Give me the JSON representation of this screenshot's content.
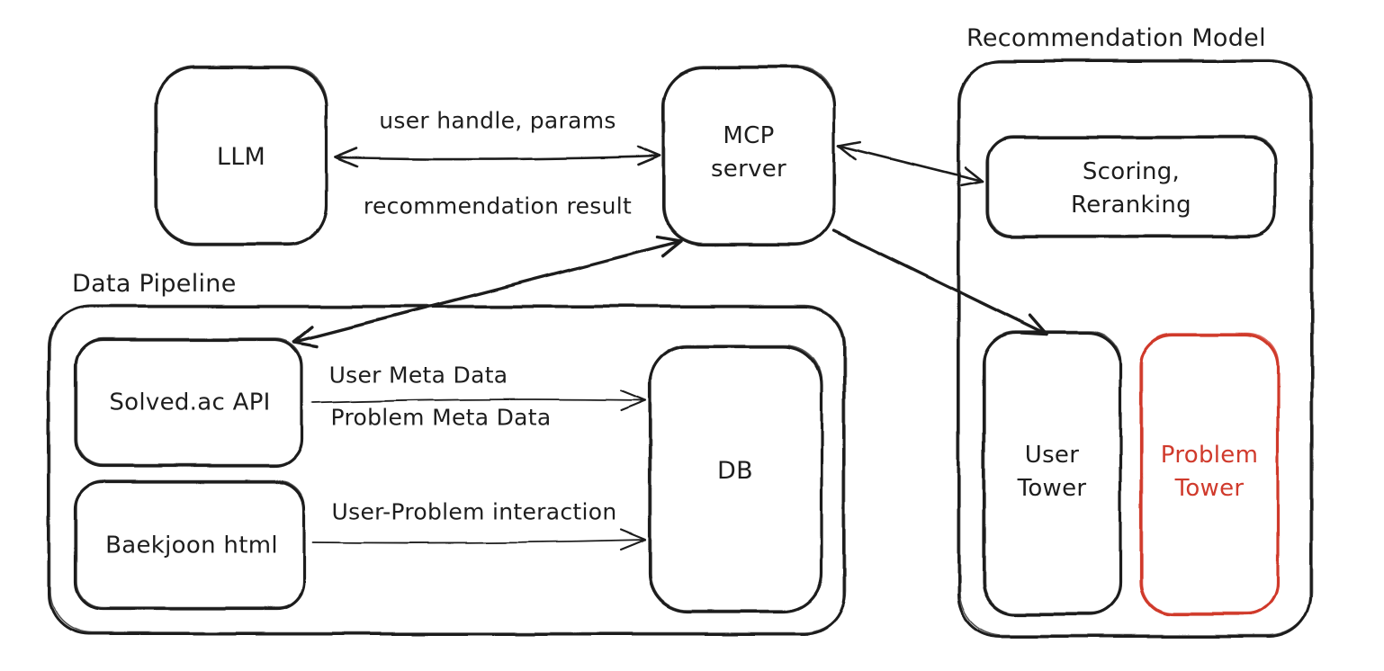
{
  "sections": {
    "recommendation_model": "Recommendation Model",
    "data_pipeline": "Data Pipeline"
  },
  "nodes": {
    "llm": "LLM",
    "mcp_server": "MCP\nserver",
    "scoring_reranking": "Scoring,\nReranking",
    "user_tower": "User\nTower",
    "problem_tower": "Problem\nTower",
    "solved_ac_api": "Solved.ac API",
    "baekjoon_html": "Baekjoon html",
    "db": "DB"
  },
  "edges": [
    {
      "from": "LLM",
      "to": "MCP server",
      "bidirectional": true,
      "labels": [
        "user handle, params",
        "recommendation result"
      ]
    },
    {
      "from": "MCP server",
      "to": "Scoring, Reranking",
      "bidirectional": true,
      "labels": []
    },
    {
      "from": "MCP server",
      "to": "User Tower",
      "bidirectional": false,
      "labels": []
    },
    {
      "from": "Solved.ac API",
      "to": "MCP server",
      "bidirectional": true,
      "labels": []
    },
    {
      "from": "Solved.ac API",
      "to": "DB",
      "bidirectional": false,
      "labels": [
        "User Meta Data",
        "Problem Meta Data"
      ]
    },
    {
      "from": "Baekjoon html",
      "to": "DB",
      "bidirectional": false,
      "labels": [
        "User-Problem interaction"
      ]
    }
  ],
  "colors": {
    "stroke": "#1d1d1d",
    "accent_red": "#d03a2c",
    "background": "#ffffff"
  }
}
